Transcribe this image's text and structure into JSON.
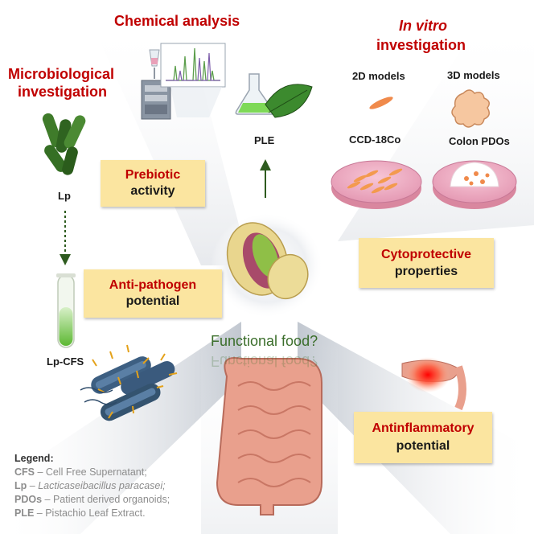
{
  "sections": {
    "chemical": "Chemical analysis",
    "microbio_line1": "Microbiological",
    "microbio_line2": "investigation",
    "invitro_line1": "In vitro",
    "invitro_line2": "investigation"
  },
  "labels": {
    "lp": "Lp",
    "lp_cfs": "Lp-CFS",
    "ple": "PLE",
    "models_2d": "2D models",
    "models_3d": "3D models",
    "cell_line": "CCD-18Co",
    "organoids": "Colon PDOs",
    "functional_food": "Functional food?"
  },
  "boxes": {
    "prebiotic": {
      "line1": "Prebiotic",
      "line2": "activity"
    },
    "antipathogen": {
      "line1": "Anti-pathogen",
      "line2": "potential"
    },
    "cytoprotective": {
      "line1": "Cytoprotective",
      "line2": "properties"
    },
    "antinflammatory": {
      "line1": "Antinflammatory",
      "line2": "potential"
    }
  },
  "legend": {
    "title": "Legend:",
    "items": [
      {
        "abbr": "CFS",
        "sep": " – ",
        "text": "Cell Free Supernatant;"
      },
      {
        "abbr": "Lp",
        "sep": " – ",
        "text": "Lacticaseibacillus paracasei;"
      },
      {
        "abbr": "PDOs",
        "sep": " – ",
        "text": "Patient derived organoids;"
      },
      {
        "abbr": "PLE",
        "sep": " – ",
        "text": "Pistachio Leaf Extract."
      }
    ]
  },
  "colors": {
    "accent_red": "#c00000",
    "box_fill": "#fbe5a0",
    "arrow_green": "#2e5b1f"
  },
  "icons": [
    "bacteria-icon",
    "test-tube-icon",
    "pathogen-icon",
    "hplc-icon",
    "flask-leaf-icon",
    "pistachio-icon",
    "petri-dish-icon",
    "intestine-icon",
    "inflammation-icon"
  ]
}
